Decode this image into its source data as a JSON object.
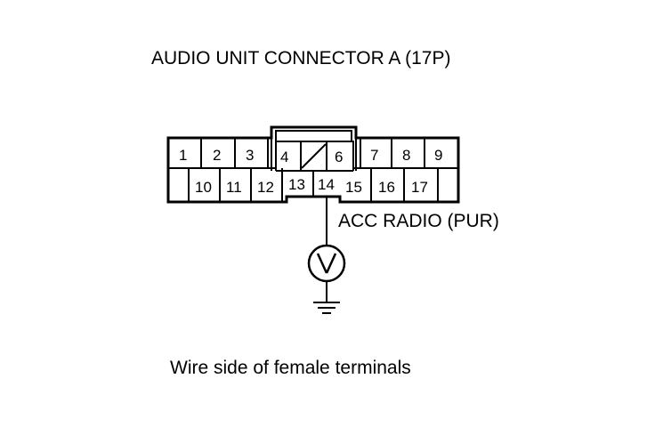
{
  "title": "AUDIO UNIT CONNECTOR A (17P)",
  "connector": {
    "top_row_pins": [
      "1",
      "2",
      "3",
      "4",
      "6",
      "7",
      "8",
      "9"
    ],
    "bottom_row_pins": [
      "10",
      "11",
      "12",
      "13",
      "14",
      "15",
      "16",
      "17"
    ]
  },
  "wire_label": "ACC RADIO (PUR)",
  "meter_symbol": "voltmeter-icon",
  "ground_symbol": "ground-icon",
  "footer_caption": "Wire side of female terminals"
}
